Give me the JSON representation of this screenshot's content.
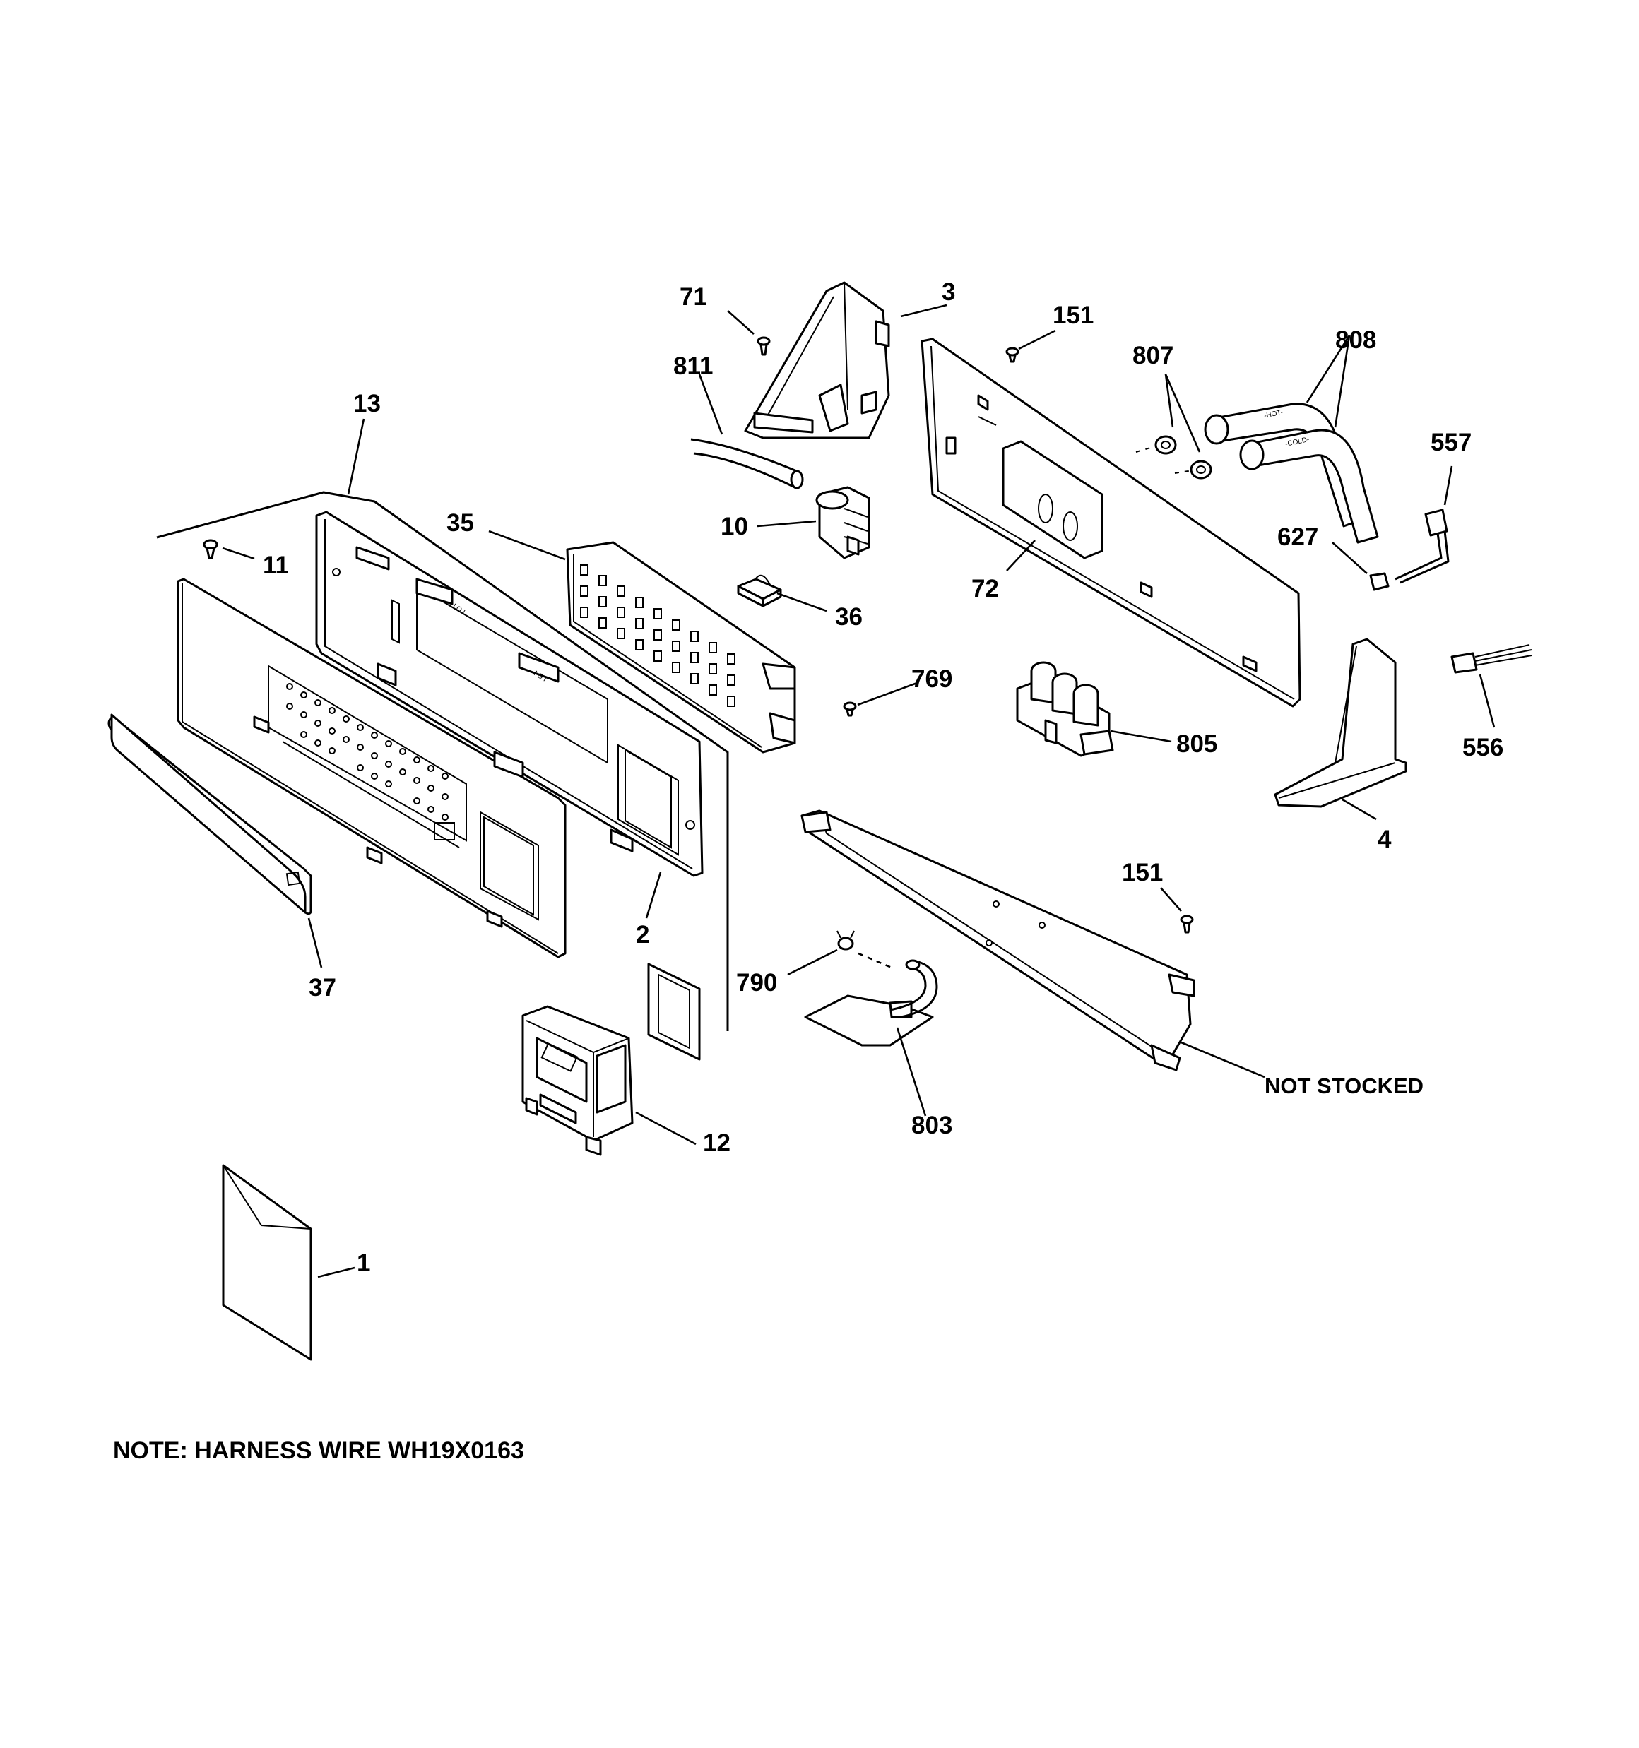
{
  "callouts": {
    "c1": "1",
    "c2": "2",
    "c3": "3",
    "c4": "4",
    "c10": "10",
    "c11": "11",
    "c12": "12",
    "c13": "13",
    "c35": "35",
    "c36": "36",
    "c37": "37",
    "c71": "71",
    "c72": "72",
    "c151a": "151",
    "c151b": "151",
    "c556": "556",
    "c557": "557",
    "c627": "627",
    "c769": "769",
    "c790": "790",
    "c803": "803",
    "c805": "805",
    "c807": "807",
    "c808": "808",
    "c811": "811",
    "not_stocked": "NOT STOCKED"
  },
  "hose_labels": {
    "hot": "-HOT-",
    "cold": "-COLD-"
  },
  "note": "NOTE: HARNESS WIRE WH19X0163"
}
